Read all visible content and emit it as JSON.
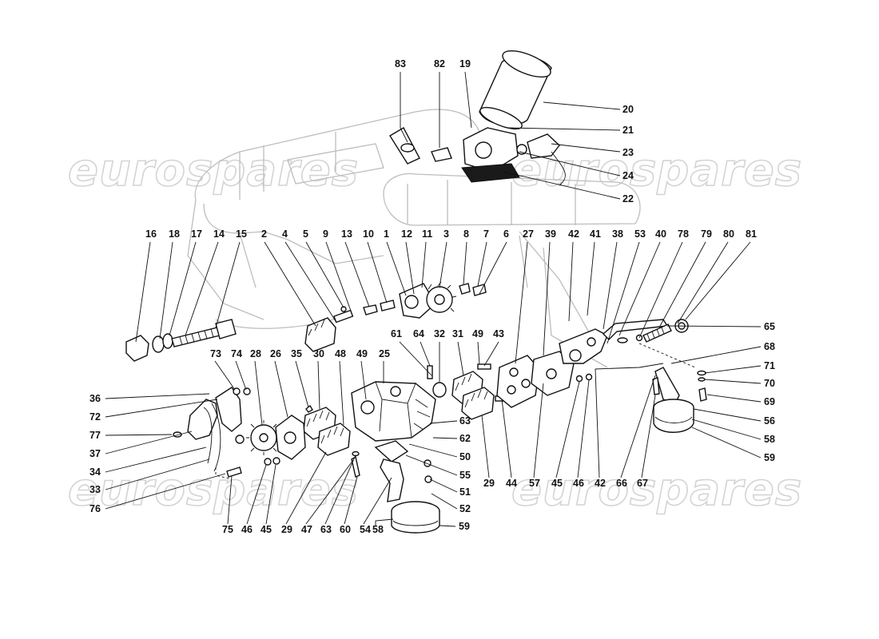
{
  "watermark": {
    "text": "eurospares",
    "color": "#d4d4d4"
  },
  "colors": {
    "ink": "#111111",
    "ghost_engine": "#bdbdbd",
    "background": "#ffffff"
  },
  "callouts": [
    {
      "id": "c83",
      "label": "83"
    },
    {
      "id": "c82",
      "label": "82"
    },
    {
      "id": "c19",
      "label": "19"
    },
    {
      "id": "c20",
      "label": "20"
    },
    {
      "id": "c21",
      "label": "21"
    },
    {
      "id": "c23",
      "label": "23"
    },
    {
      "id": "c24",
      "label": "24"
    },
    {
      "id": "c22",
      "label": "22"
    },
    {
      "id": "c16",
      "label": "16"
    },
    {
      "id": "c18",
      "label": "18"
    },
    {
      "id": "c17",
      "label": "17"
    },
    {
      "id": "c14",
      "label": "14"
    },
    {
      "id": "c15",
      "label": "15"
    },
    {
      "id": "c2",
      "label": "2"
    },
    {
      "id": "c4",
      "label": "4"
    },
    {
      "id": "c5",
      "label": "5"
    },
    {
      "id": "c9",
      "label": "9"
    },
    {
      "id": "c13",
      "label": "13"
    },
    {
      "id": "c10",
      "label": "10"
    },
    {
      "id": "c1",
      "label": "1"
    },
    {
      "id": "c12",
      "label": "12"
    },
    {
      "id": "c11",
      "label": "11"
    },
    {
      "id": "c3",
      "label": "3"
    },
    {
      "id": "c8",
      "label": "8"
    },
    {
      "id": "c7",
      "label": "7"
    },
    {
      "id": "c6",
      "label": "6"
    },
    {
      "id": "c27",
      "label": "27"
    },
    {
      "id": "c39",
      "label": "39"
    },
    {
      "id": "c42a",
      "label": "42"
    },
    {
      "id": "c41",
      "label": "41"
    },
    {
      "id": "c38",
      "label": "38"
    },
    {
      "id": "c53",
      "label": "53"
    },
    {
      "id": "c40",
      "label": "40"
    },
    {
      "id": "c78",
      "label": "78"
    },
    {
      "id": "c79",
      "label": "79"
    },
    {
      "id": "c80",
      "label": "80"
    },
    {
      "id": "c81",
      "label": "81"
    },
    {
      "id": "c73",
      "label": "73"
    },
    {
      "id": "c74",
      "label": "74"
    },
    {
      "id": "c28",
      "label": "28"
    },
    {
      "id": "c26",
      "label": "26"
    },
    {
      "id": "c35",
      "label": "35"
    },
    {
      "id": "c30",
      "label": "30"
    },
    {
      "id": "c48",
      "label": "48"
    },
    {
      "id": "c49a",
      "label": "49"
    },
    {
      "id": "c25",
      "label": "25"
    },
    {
      "id": "c61",
      "label": "61"
    },
    {
      "id": "c64",
      "label": "64"
    },
    {
      "id": "c32",
      "label": "32"
    },
    {
      "id": "c31",
      "label": "31"
    },
    {
      "id": "c49b",
      "label": "49"
    },
    {
      "id": "c43",
      "label": "43"
    },
    {
      "id": "c65",
      "label": "65"
    },
    {
      "id": "c68",
      "label": "68"
    },
    {
      "id": "c71",
      "label": "71"
    },
    {
      "id": "c70",
      "label": "70"
    },
    {
      "id": "c69",
      "label": "69"
    },
    {
      "id": "c56",
      "label": "56"
    },
    {
      "id": "c58a",
      "label": "58"
    },
    {
      "id": "c59a",
      "label": "59"
    },
    {
      "id": "c36",
      "label": "36"
    },
    {
      "id": "c72",
      "label": "72"
    },
    {
      "id": "c77",
      "label": "77"
    },
    {
      "id": "c37",
      "label": "37"
    },
    {
      "id": "c34",
      "label": "34"
    },
    {
      "id": "c33",
      "label": "33"
    },
    {
      "id": "c76",
      "label": "76"
    },
    {
      "id": "c63a",
      "label": "63"
    },
    {
      "id": "c62",
      "label": "62"
    },
    {
      "id": "c50",
      "label": "50"
    },
    {
      "id": "c55",
      "label": "55"
    },
    {
      "id": "c51",
      "label": "51"
    },
    {
      "id": "c52",
      "label": "52"
    },
    {
      "id": "c29a",
      "label": "29"
    },
    {
      "id": "c44",
      "label": "44"
    },
    {
      "id": "c57",
      "label": "57"
    },
    {
      "id": "c45a",
      "label": "45"
    },
    {
      "id": "c46a",
      "label": "46"
    },
    {
      "id": "c42b",
      "label": "42"
    },
    {
      "id": "c66",
      "label": "66"
    },
    {
      "id": "c67",
      "label": "67"
    },
    {
      "id": "c75",
      "label": "75"
    },
    {
      "id": "c46b",
      "label": "46"
    },
    {
      "id": "c45b",
      "label": "45"
    },
    {
      "id": "c29b",
      "label": "29"
    },
    {
      "id": "c47",
      "label": "47"
    },
    {
      "id": "c63b",
      "label": "63"
    },
    {
      "id": "c60",
      "label": "60"
    },
    {
      "id": "c54",
      "label": "54"
    },
    {
      "id": "c58b",
      "label": "58"
    },
    {
      "id": "c59b",
      "label": "59"
    }
  ]
}
